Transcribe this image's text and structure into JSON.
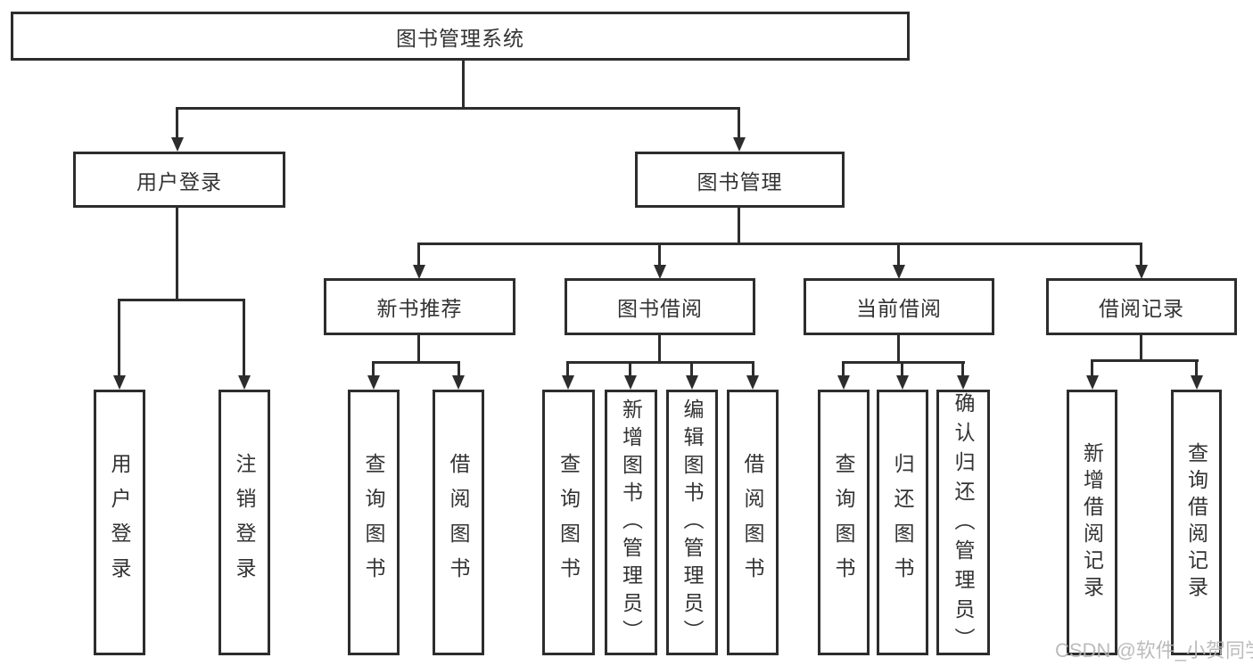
{
  "tree": {
    "label": "图书管理系统",
    "children": [
      {
        "label": "用户登录",
        "children": [
          {
            "label": "用户登录"
          },
          {
            "label": "注销登录"
          }
        ]
      },
      {
        "label": "图书管理",
        "children": [
          {
            "label": "新书推荐",
            "children": [
              {
                "label": "查询图书"
              },
              {
                "label": "借阅图书"
              }
            ]
          },
          {
            "label": "图书借阅",
            "children": [
              {
                "label": "查询图书"
              },
              {
                "label": "新增图书（管理员）"
              },
              {
                "label": "编辑图书（管理员）"
              },
              {
                "label": "借阅图书"
              }
            ]
          },
          {
            "label": "当前借阅",
            "children": [
              {
                "label": "查询图书"
              },
              {
                "label": "归还图书"
              },
              {
                "label": "确认归还（管理员）"
              }
            ]
          },
          {
            "label": "借阅记录",
            "children": [
              {
                "label": "新增借阅记录"
              },
              {
                "label": "查询借阅记录"
              }
            ]
          }
        ]
      }
    ]
  },
  "watermark": "CSDN @软件_小贺同学",
  "colors": {
    "line": "#2d2d2d",
    "text": "#333333",
    "background": "#ffffff",
    "watermark": "#b5b5b5"
  }
}
